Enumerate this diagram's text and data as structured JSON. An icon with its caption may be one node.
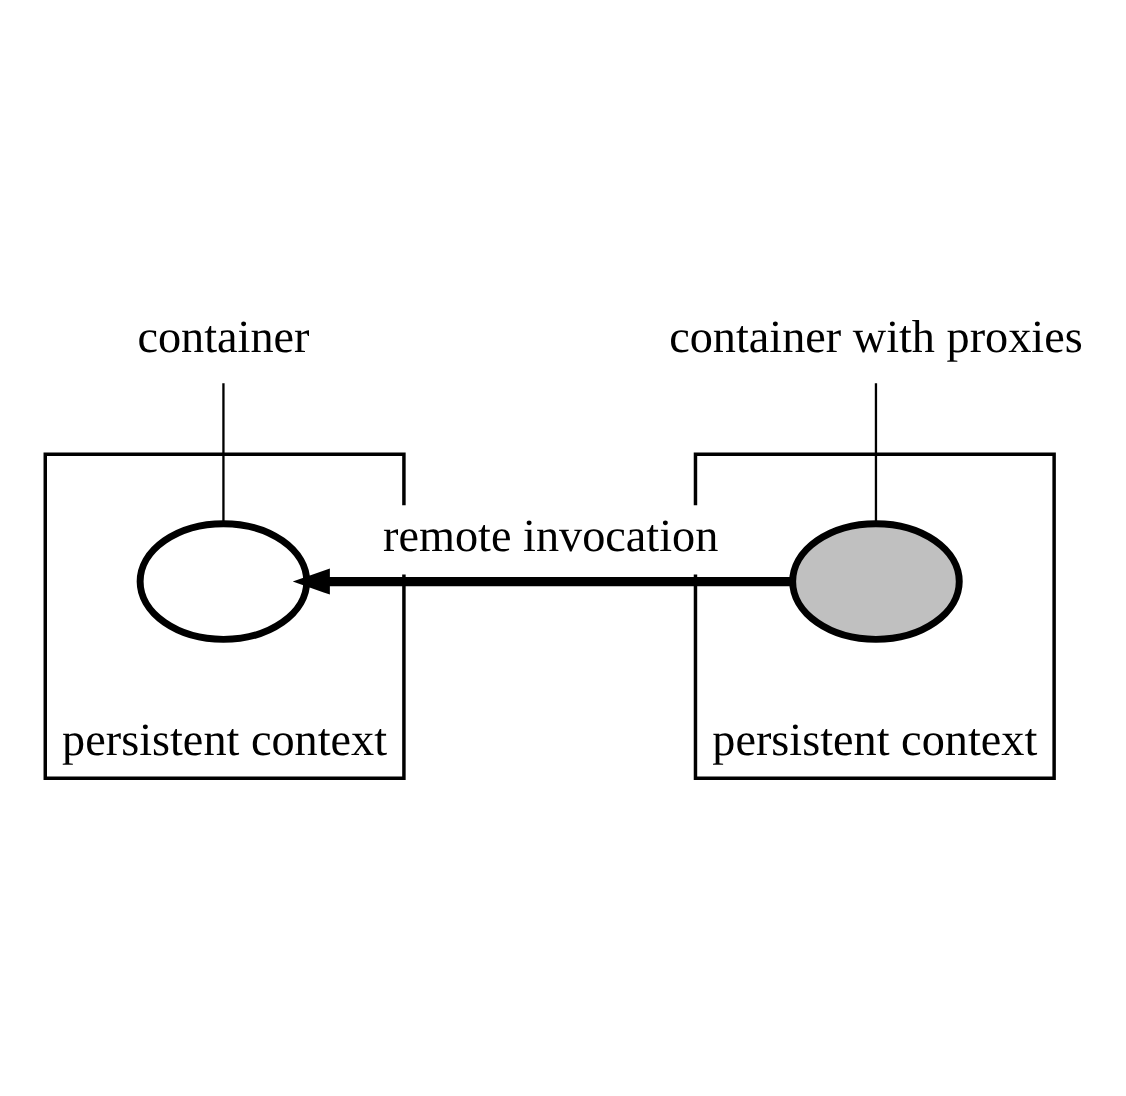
{
  "diagram": {
    "nodes": [
      {
        "text": [
          "persistent context"
        ]
      },
      {
        "text": [],
        "shape": "circle",
        "in": 0
      },
      {
        "text": [
          "container"
        ]
      },
      {
        "text": [
          "persistent context"
        ]
      },
      {
        "text": [],
        "shape": "circle",
        "in": 3
      },
      {
        "text": [
          "container with proxies"
        ]
      }
    ],
    "edges": [
      {
        "from": 4,
        "to": 1,
        "arrow": "to",
        "label": "remote invocation",
        "style": "thick"
      },
      {
        "from": 2,
        "to": 1,
        "arrow": "none"
      },
      {
        "from": 5,
        "to": 4,
        "arrow": "none"
      }
    ]
  }
}
